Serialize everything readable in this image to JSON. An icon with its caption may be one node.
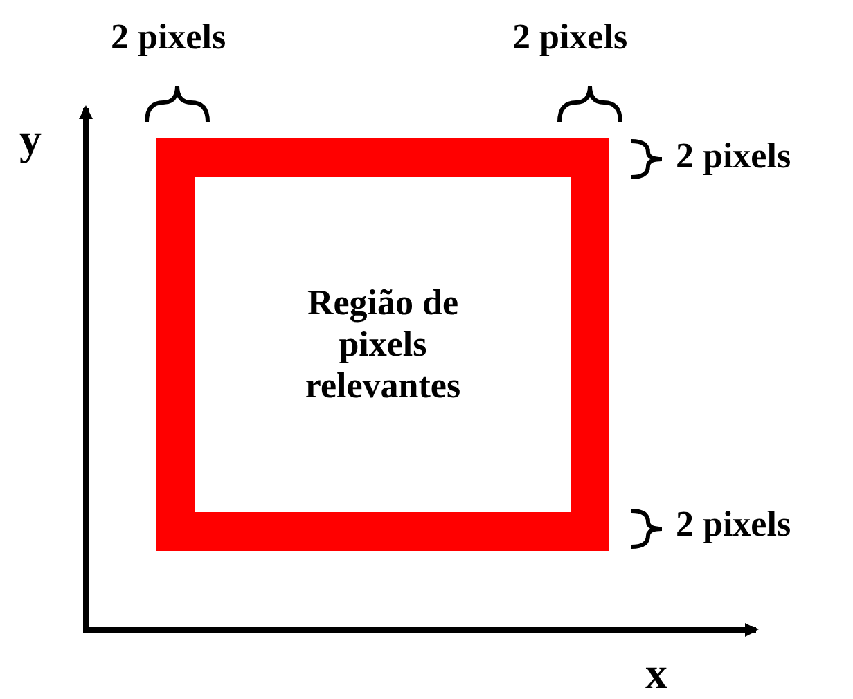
{
  "diagram": {
    "nodes": [
      {
        "text": [
          "Região de pixels relevantes"
        ]
      }
    ],
    "labels": [
      "2 pixels",
      "2 pixels",
      "y",
      "2 pixels",
      "2 pixels",
      "x"
    ]
  }
}
